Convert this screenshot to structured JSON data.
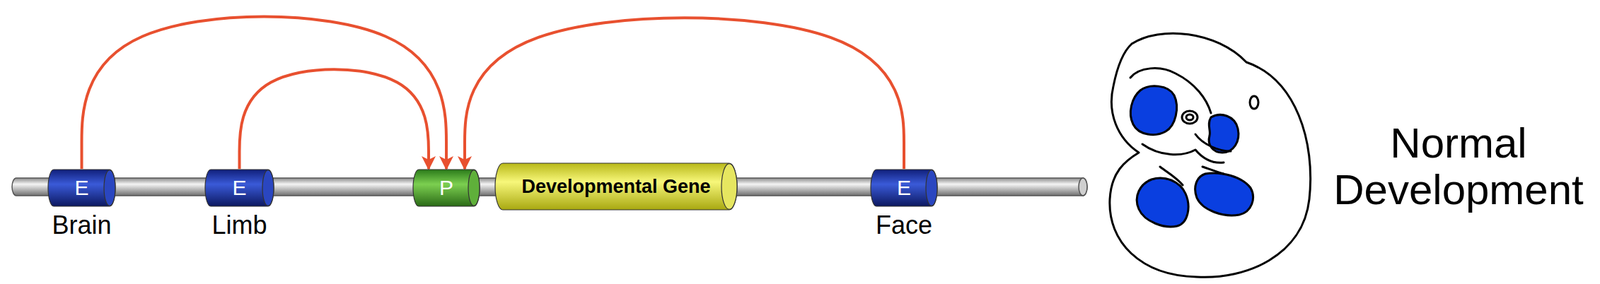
{
  "diagram": {
    "nodes": [
      {
        "text": [
          "E",
          "Brain"
        ]
      },
      {
        "text": [
          "E",
          "Limb"
        ]
      },
      {
        "text": [
          "P"
        ]
      },
      {
        "text": [
          "Developmental Gene"
        ]
      },
      {
        "text": [
          "E",
          "Face"
        ]
      }
    ],
    "edges": [
      {
        "from": 0,
        "to": 2,
        "arrow": "to"
      },
      {
        "from": 1,
        "to": 2,
        "arrow": "to"
      },
      {
        "from": 4,
        "to": 2,
        "arrow": "to"
      }
    ],
    "labels": [
      "Normal Development"
    ]
  }
}
